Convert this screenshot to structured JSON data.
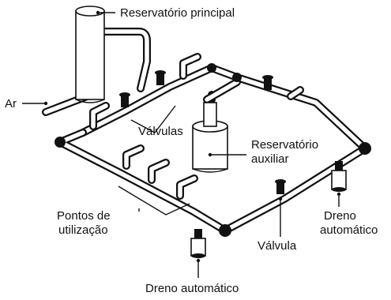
{
  "labels": {
    "main_reservoir": "Reservatório principal",
    "air": "Ar",
    "valves": "Válvulas",
    "aux_reservoir_1": "Reservatório",
    "aux_reservoir_2": "auxiliar",
    "use_points_1": "Pontos de",
    "use_points_2": "utilização",
    "auto_drain_right_1": "Dreno",
    "auto_drain_right_2": "automático",
    "valve": "Válvula",
    "auto_drain_bottom": "Dreno automático"
  }
}
